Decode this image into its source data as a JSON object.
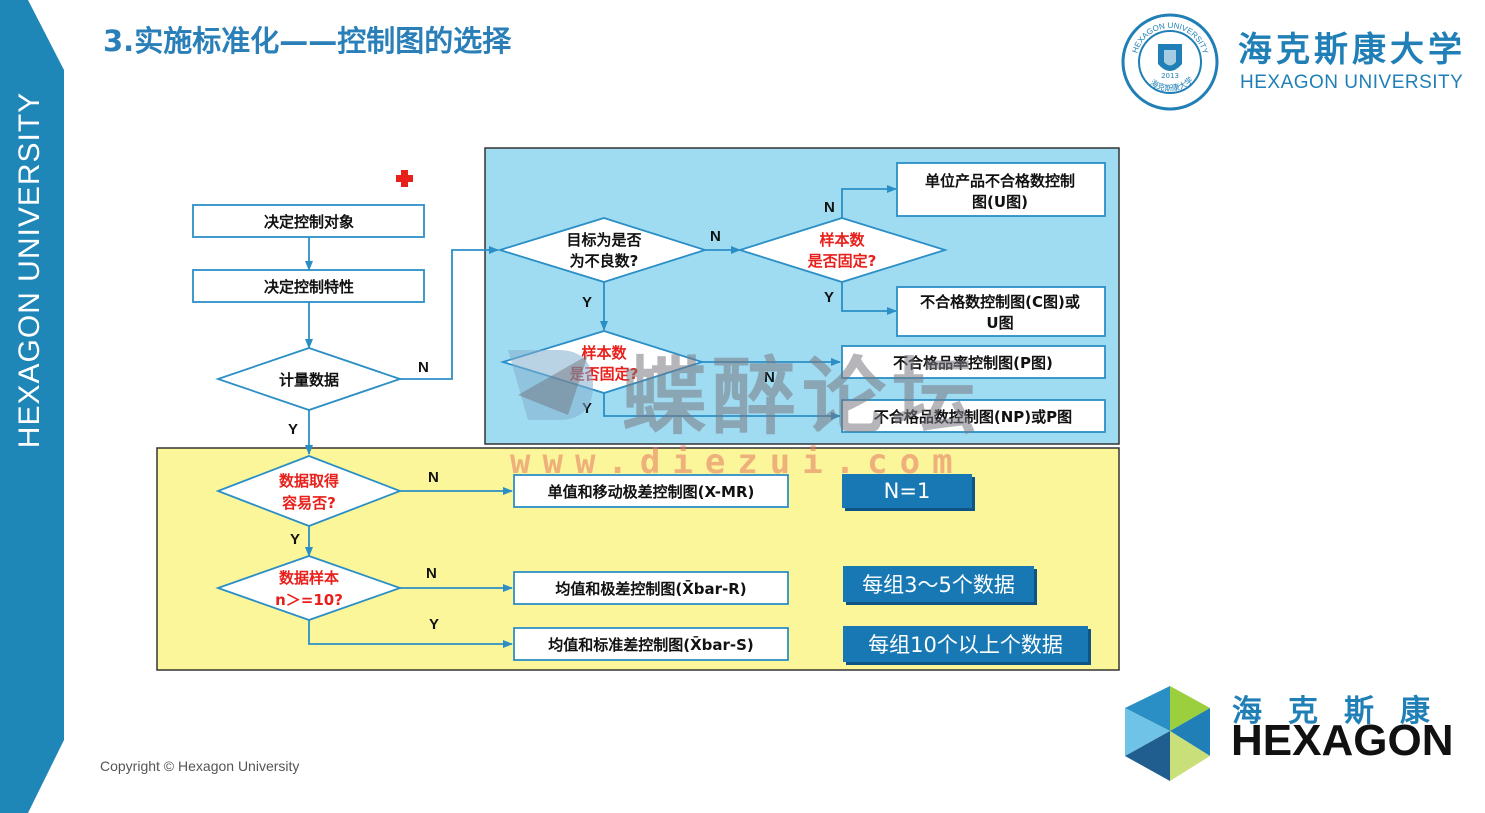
{
  "slide": {
    "title": "3.实施标准化——控制图的选择",
    "sidebar_text": "HEXAGON UNIVERSITY",
    "brand_cn": "海克斯康大学",
    "brand_en": "HEXAGON UNIVERSITY",
    "seal_text": "HEXAGON UNIVERSITY",
    "seal_text_cn": "海克斯康大学",
    "seal_year": "2013",
    "copyright": "Copyright © Hexagon University",
    "logo_cn": "海克斯康",
    "logo_en": "HEXAGON",
    "watermark_cn": "蝶醉论坛",
    "watermark_url": "www.diezui.com"
  },
  "colors": {
    "accent": "#1f7fb6",
    "title": "#2a7fb8",
    "blue_panel": "#9fdcf2",
    "yellow_panel": "#fbf69a",
    "red_text": "#e8201c",
    "n_box": "#1878b4"
  },
  "flow": {
    "box_object": "决定控制对象",
    "box_feature": "决定控制特性",
    "dec_measure": "计量数据",
    "dec_defect_l1": "目标为是否",
    "dec_defect_l2": "为不良数?",
    "dec_sample1_l1": "样本数",
    "dec_sample1_l2": "是否固定?",
    "dec_sample2_l1": "样本数",
    "dec_sample2_l2": "是否固定?",
    "dec_easy_l1": "数据取得",
    "dec_easy_l2": "容易否?",
    "dec_n10_l1": "数据样本",
    "dec_n10_l2": "n＞=10?",
    "chart_u_l1": "单位产品不合格数控制",
    "chart_u_l2": "图(U图)",
    "chart_c_l1": "不合格数控制图(C图)或",
    "chart_c_l2": "U图",
    "chart_p": "不合格品率控制图(P图)",
    "chart_np": "不合格品数控制图(NP)或P图",
    "chart_xmr": "单值和移动极差控制图(X-MR)",
    "chart_xr": "均值和极差控制图(X̄bar-R)",
    "chart_xs": "均值和标准差控制图(X̄bar-S)",
    "label_y": "Y",
    "label_n": "N"
  },
  "notes": {
    "n1": "N=1",
    "n3_5": "每组3～5个数据",
    "n10": "每组10个以上个数据"
  }
}
